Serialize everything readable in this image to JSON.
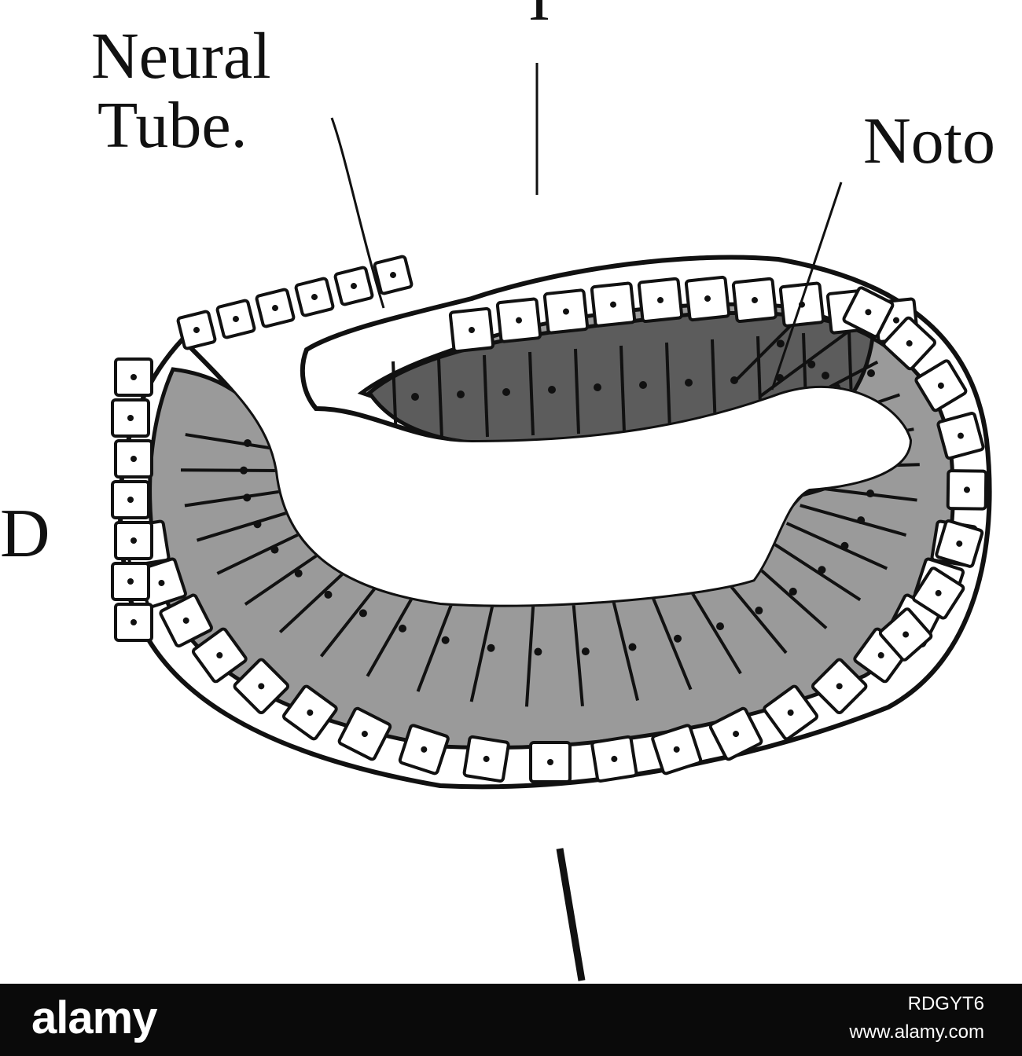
{
  "labels": {
    "neural_line1": "Neural",
    "neural_line2": "Tube.",
    "top": "I",
    "noto": "Noto",
    "d": "D"
  },
  "footer": {
    "logo": "alamy",
    "image_id": "RDGYT6",
    "url": "www.alamy.com"
  },
  "colors": {
    "ink": "#111111",
    "ectoderm": "#ffffff",
    "endoderm": "#9a9a9a",
    "notochord_mesoderm": "#5c5c5c",
    "footer": "#0a0a0a"
  }
}
